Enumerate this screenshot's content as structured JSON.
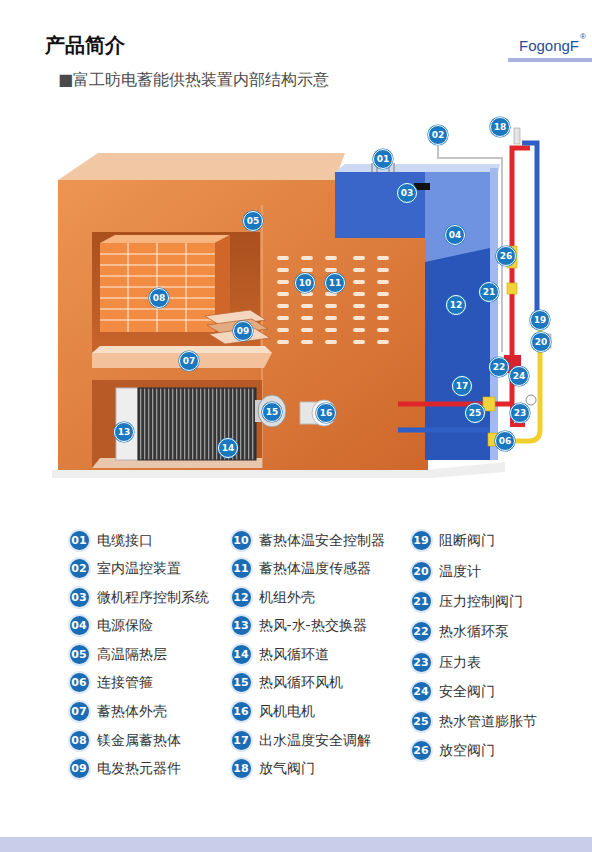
{
  "diagram": {
    "title": "产品简介",
    "nodes": [
      {
        "text": [
          "01"
        ]
      },
      {
        "text": [
          "02"
        ]
      },
      {
        "text": [
          "03"
        ]
      },
      {
        "text": [
          "04"
        ]
      },
      {
        "text": [
          "05"
        ]
      },
      {
        "text": [
          "06"
        ]
      },
      {
        "text": [
          "07"
        ]
      },
      {
        "text": [
          "08"
        ]
      },
      {
        "text": [
          "09"
        ]
      },
      {
        "text": [
          "10"
        ]
      },
      {
        "text": [
          "11"
        ]
      },
      {
        "text": [
          "12"
        ]
      },
      {
        "text": [
          "13"
        ]
      },
      {
        "text": [
          "14"
        ]
      },
      {
        "text": [
          "15"
        ]
      },
      {
        "text": [
          "16"
        ]
      },
      {
        "text": [
          "17"
        ]
      },
      {
        "text": [
          "18"
        ]
      },
      {
        "text": [
          "19"
        ]
      },
      {
        "text": [
          "20"
        ]
      },
      {
        "text": [
          "21"
        ]
      },
      {
        "text": [
          "22"
        ]
      },
      {
        "text": [
          "23"
        ]
      },
      {
        "text": [
          "24"
        ]
      },
      {
        "text": [
          "25"
        ]
      },
      {
        "text": [
          "26"
        ]
      },
      {
        "text": [
          "01",
          "电缆接口"
        ]
      },
      {
        "text": [
          "02",
          "室内温控装置"
        ]
      },
      {
        "text": [
          "03",
          "微机程序控制系统"
        ]
      },
      {
        "text": [
          "04",
          "电源保险"
        ]
      },
      {
        "text": [
          "05",
          "高温隔热层"
        ]
      },
      {
        "text": [
          "06",
          "连接管箍"
        ]
      },
      {
        "text": [
          "07",
          "蓄热体外壳"
        ]
      },
      {
        "text": [
          "08",
          "镁金属蓄热体"
        ]
      },
      {
        "text": [
          "09",
          "电发热元器件"
        ]
      },
      {
        "text": [
          "10",
          "蓄热体温安全控制器"
        ]
      },
      {
        "text": [
          "11",
          "蓄热体温度传感器"
        ]
      },
      {
        "text": [
          "12",
          "机组外壳"
        ]
      },
      {
        "text": [
          "13",
          "热风-水-热交换器"
        ]
      },
      {
        "text": [
          "14",
          "热风循环道"
        ]
      },
      {
        "text": [
          "15",
          "热风循环风机"
        ]
      },
      {
        "text": [
          "16",
          "风机电机"
        ]
      },
      {
        "text": [
          "17",
          "出水温度安全调解"
        ]
      },
      {
        "text": [
          "18",
          "放气阀门"
        ]
      },
      {
        "text": [
          "19",
          "阻断阀门"
        ]
      },
      {
        "text": [
          "20",
          "温度计"
        ]
      },
      {
        "text": [
          "21",
          "压力控制阀门"
        ]
      },
      {
        "text": [
          "22",
          "热水循环泵"
        ]
      },
      {
        "text": [
          "23",
          "压力表"
        ]
      },
      {
        "text": [
          "24",
          "安全阀门"
        ]
      },
      {
        "text": [
          "25",
          "热水管道膨胀节"
        ]
      },
      {
        "text": [
          "26",
          "放空阀门"
        ]
      }
    ],
    "labels": [
      "FogongF",
      "®",
      "■富工昉电蓄能供热装置内部结构示意"
    ]
  }
}
